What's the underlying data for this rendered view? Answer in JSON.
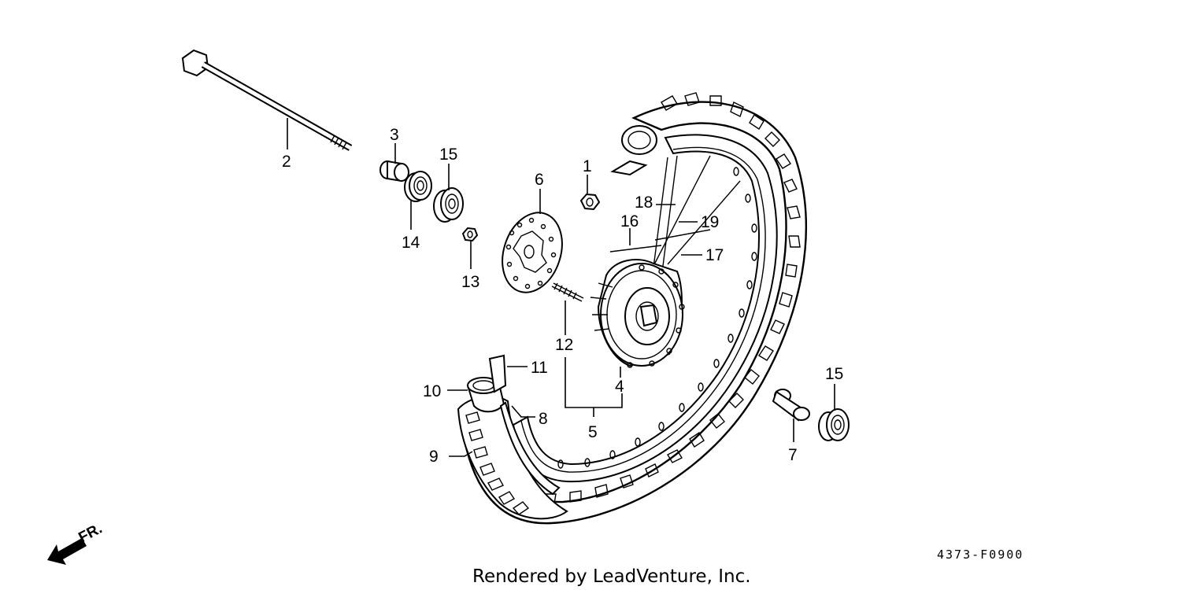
{
  "diagram": {
    "callouts": {
      "c1": "1",
      "c2": "2",
      "c3": "3",
      "c4": "4",
      "c5": "5",
      "c6": "6",
      "c7": "7",
      "c8": "8",
      "c9": "9",
      "c10": "10",
      "c11": "11",
      "c12": "12",
      "c13": "13",
      "c14": "14",
      "c15a": "15",
      "c15b": "15",
      "c16": "16",
      "c17": "17",
      "c18": "18",
      "c19": "19"
    },
    "part_number": "4373-F0900",
    "direction_label": "FR.",
    "credit": "Rendered by LeadVenture, Inc."
  }
}
